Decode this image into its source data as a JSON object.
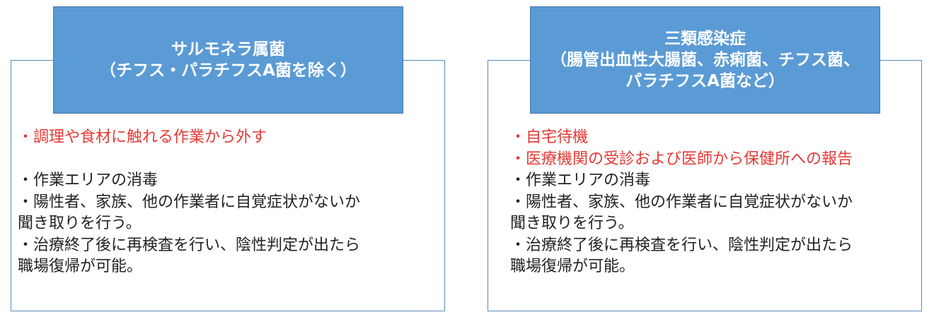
{
  "colors": {
    "header_fill": "#5b9bd5",
    "panel_border": "#5a8bbd",
    "highlight_text": "#e53935",
    "body_text": "#222222"
  },
  "left": {
    "title_lines": [
      "サルモネラ属菌",
      "（チフス・パラチフスA菌を除く）"
    ],
    "highlight_lines": [
      "・調理や食材に触れる作業から外す"
    ],
    "lines": [
      "・作業エリアの消毒",
      "・陽性者、家族、他の作業者に自覚症状がないか",
      "聞き取りを行う。",
      "・治療終了後に再検査を行い、陰性判定が出たら",
      "職場復帰が可能。"
    ]
  },
  "right": {
    "title_lines": [
      "三類感染症",
      "（腸管出血性大腸菌、赤痢菌、チフス菌、",
      "パラチフスA菌など）"
    ],
    "highlight_lines": [
      "・自宅待機",
      "・医療機関の受診および医師から保健所への報告"
    ],
    "lines": [
      "・作業エリアの消毒",
      "・陽性者、家族、他の作業者に自覚症状がないか",
      "聞き取りを行う。",
      "・治療終了後に再検査を行い、陰性判定が出たら",
      "職場復帰が可能。"
    ]
  }
}
